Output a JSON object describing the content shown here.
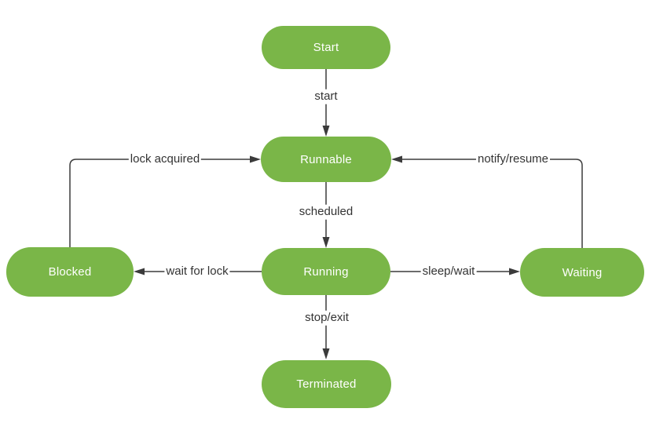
{
  "colors": {
    "node_fill": "#7AB648",
    "node_text": "#FFFFFF",
    "edge": "#3B3B3B",
    "label_text": "#333333",
    "background": "#FFFFFF"
  },
  "nodes": [
    {
      "id": "start",
      "label": "Start"
    },
    {
      "id": "runnable",
      "label": "Runnable"
    },
    {
      "id": "running",
      "label": "Running"
    },
    {
      "id": "blocked",
      "label": "Blocked"
    },
    {
      "id": "waiting",
      "label": "Waiting"
    },
    {
      "id": "terminated",
      "label": "Terminated"
    }
  ],
  "edges": [
    {
      "from": "start",
      "to": "runnable",
      "label": "start"
    },
    {
      "from": "runnable",
      "to": "running",
      "label": "scheduled"
    },
    {
      "from": "running",
      "to": "terminated",
      "label": "stop/exit"
    },
    {
      "from": "blocked",
      "to": "runnable",
      "label": "lock acquired"
    },
    {
      "from": "running",
      "to": "blocked",
      "label": "wait for lock"
    },
    {
      "from": "running",
      "to": "waiting",
      "label": "sleep/wait"
    },
    {
      "from": "waiting",
      "to": "runnable",
      "label": "notify/resume"
    }
  ]
}
